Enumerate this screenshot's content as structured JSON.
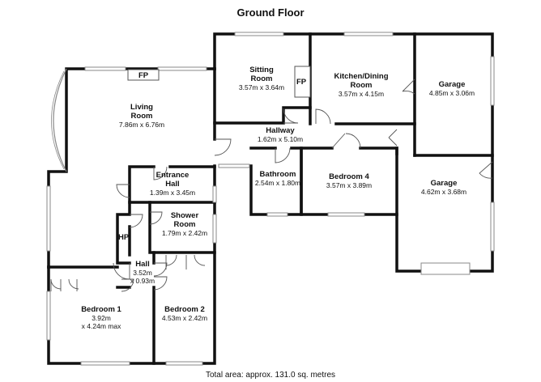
{
  "title": "Ground Floor",
  "total_area": "Total area: approx. 131.0 sq. metres",
  "rooms": {
    "living": {
      "name_1": "Living",
      "name_2": "Room",
      "dims": "7.86m x 6.76m"
    },
    "sitting": {
      "name_1": "Sitting",
      "name_2": "Room",
      "dims": "3.57m x 3.64m"
    },
    "kitchen": {
      "name_1": "Kitchen/Dining",
      "name_2": "Room",
      "dims": "3.57m x 4.15m"
    },
    "garage_top": {
      "name": "Garage",
      "dims": "4.85m x 3.06m"
    },
    "garage_bottom": {
      "name": "Garage",
      "dims": "4.62m x 3.68m"
    },
    "hallway": {
      "name": "Hallway",
      "dims": "1.62m x 5.10m"
    },
    "bathroom": {
      "name": "Bathroom",
      "dims": "2.54m x 1.80m"
    },
    "bedroom4": {
      "name": "Bedroom 4",
      "dims": "3.57m x 3.89m"
    },
    "entrance": {
      "name_1": "Entrance",
      "name_2": "Hall",
      "dims": "1.39m x 3.45m"
    },
    "shower": {
      "name_1": "Shower",
      "name_2": "Room",
      "dims": "1.79m x 2.42m"
    },
    "hall": {
      "name": "Hall",
      "dims_1": "3.52m",
      "dims_2": "x 0.93m"
    },
    "bedroom1": {
      "name": "Bedroom 1",
      "dims_1": "3.92m",
      "dims_2": "x 4.24m max"
    },
    "bedroom2": {
      "name": "Bedroom 2",
      "dims": "4.53m x 2.42m"
    }
  },
  "labels": {
    "fp_living": "FP",
    "fp_sitting": "FP",
    "hp": "HP"
  }
}
